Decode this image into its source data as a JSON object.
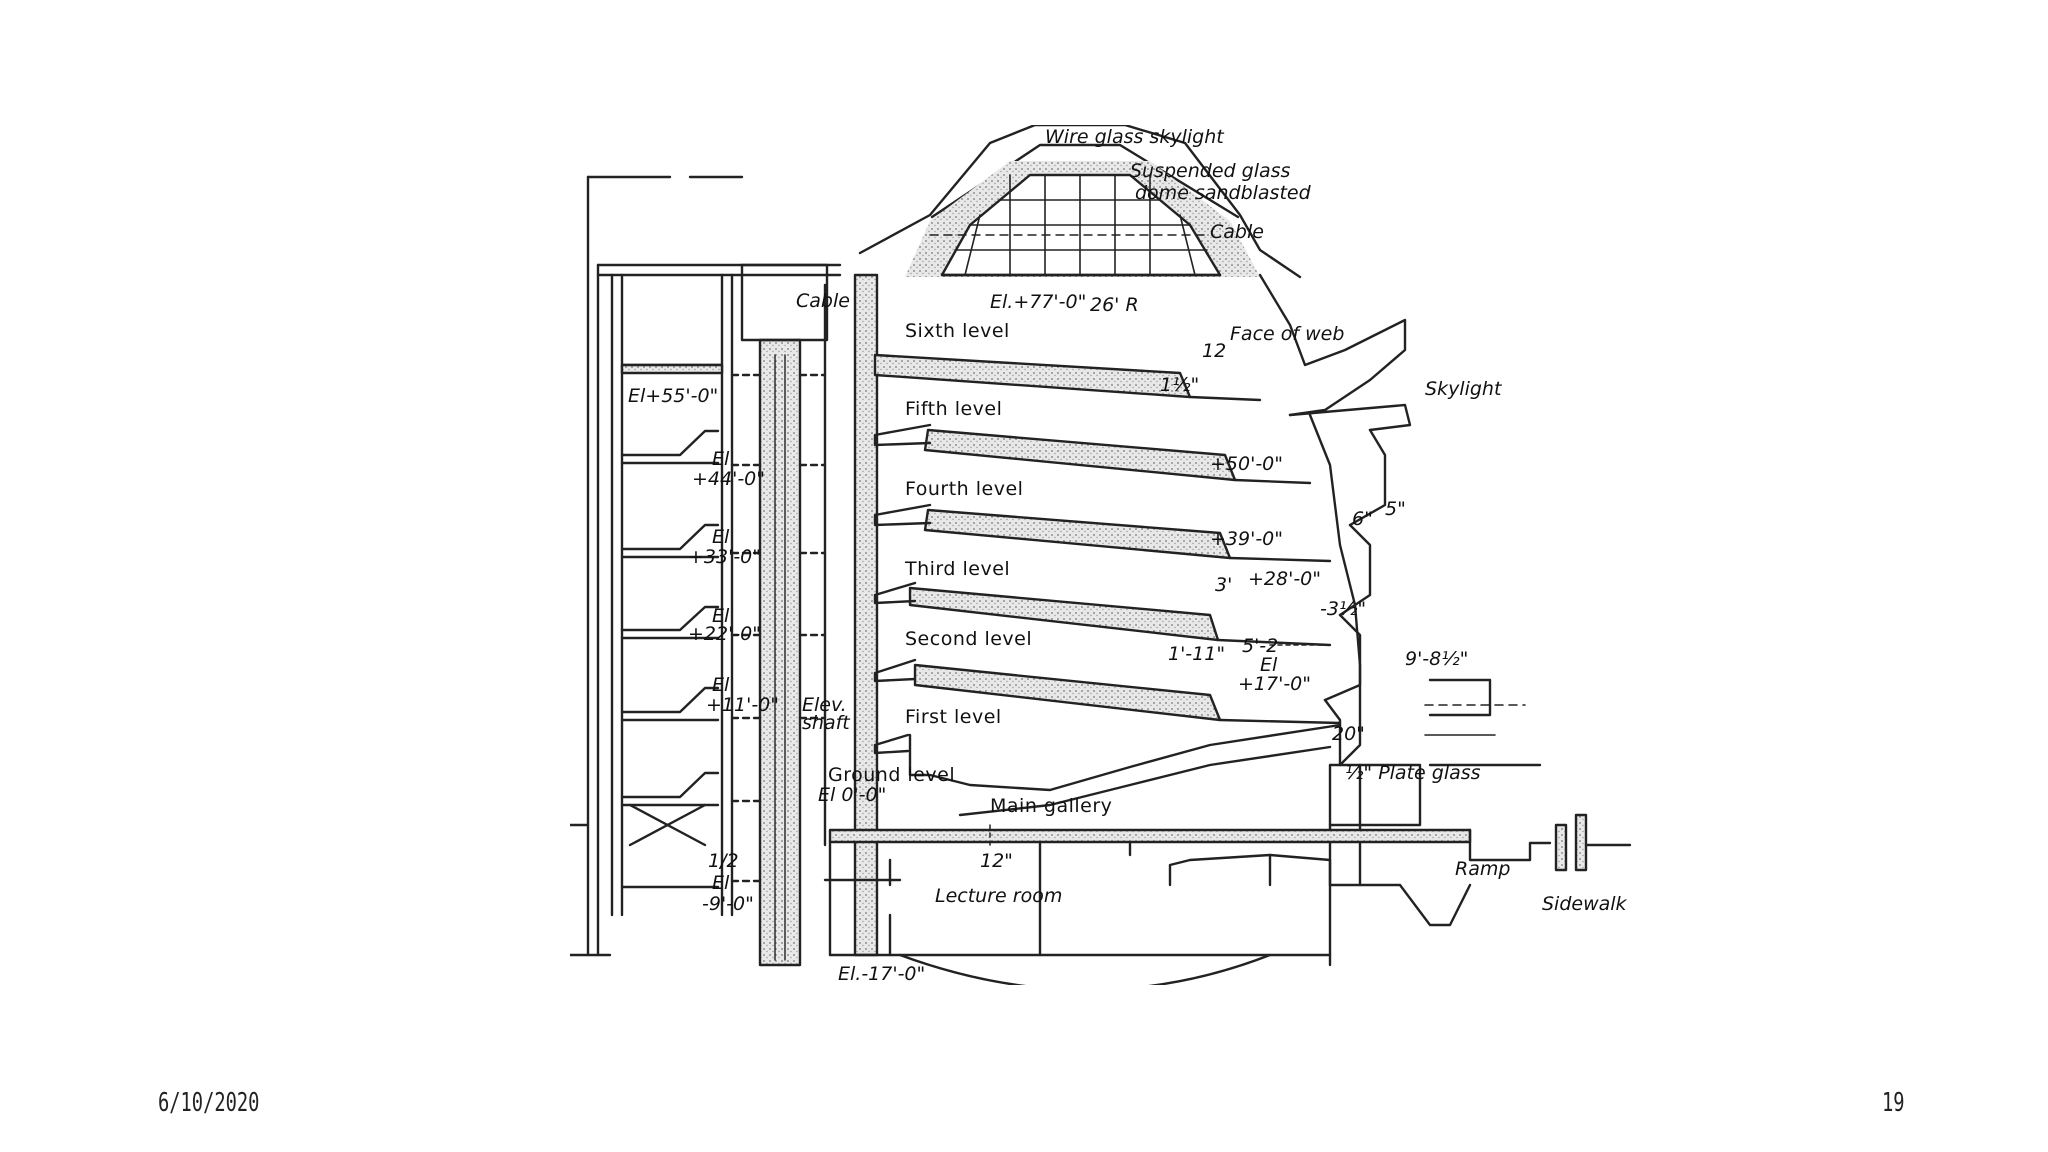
{
  "slide": {
    "date": "6/10/2020",
    "page_number": "19"
  },
  "diagram": {
    "levels": [
      "Sixth level",
      "Fifth level",
      "Fourth level",
      "Third level",
      "Second level",
      "First level",
      "Ground level"
    ],
    "spaces": [
      "Main gallery",
      "Lecture room"
    ],
    "labels": {
      "wire_glass_skylight": "Wire glass skylight",
      "suspended_glass_1": "Suspended glass",
      "suspended_glass_2": "dome sandblasted",
      "cable_right": "Cable",
      "cable_left": "Cable",
      "el77": "El.+77'-0\"",
      "r26": "26' R",
      "face_of_web": "Face of web",
      "twelve": "12",
      "onehalf": "1½\"",
      "skylight": "Skylight",
      "el55": "El+55'-0\"",
      "el44a": "El",
      "el44b": "+44'-0\"",
      "el33a": "El",
      "el33b": "+33'-0\"",
      "el22a": "El",
      "el22b": "+22'-0\"",
      "el11a": "El",
      "el11b": "+11'-0\"",
      "elm9a": "El",
      "elm9b": "-9'-0\"",
      "half": "1/2",
      "elev1": "Elev.",
      "elev2": "shaft",
      "el0": "El 0'-0\"",
      "p50": "+50'-0\"",
      "p39": "+39'-0\"",
      "p28": "+28'-0\"",
      "three": "3'",
      "six": "6\"",
      "five": "5\"",
      "three_half": "-3½\"",
      "one11": "1'-11\"",
      "five2": "5'-2",
      "el17a": "El",
      "el17b": "+17'-0\"",
      "nine8": "9'-8½\"",
      "twenty": "20\"",
      "plate_glass": "½\" Plate glass",
      "twelve_in": "12\"",
      "ramp": "Ramp",
      "sidewalk": "Sidewalk",
      "elm17": "El.-17'-0\""
    }
  }
}
